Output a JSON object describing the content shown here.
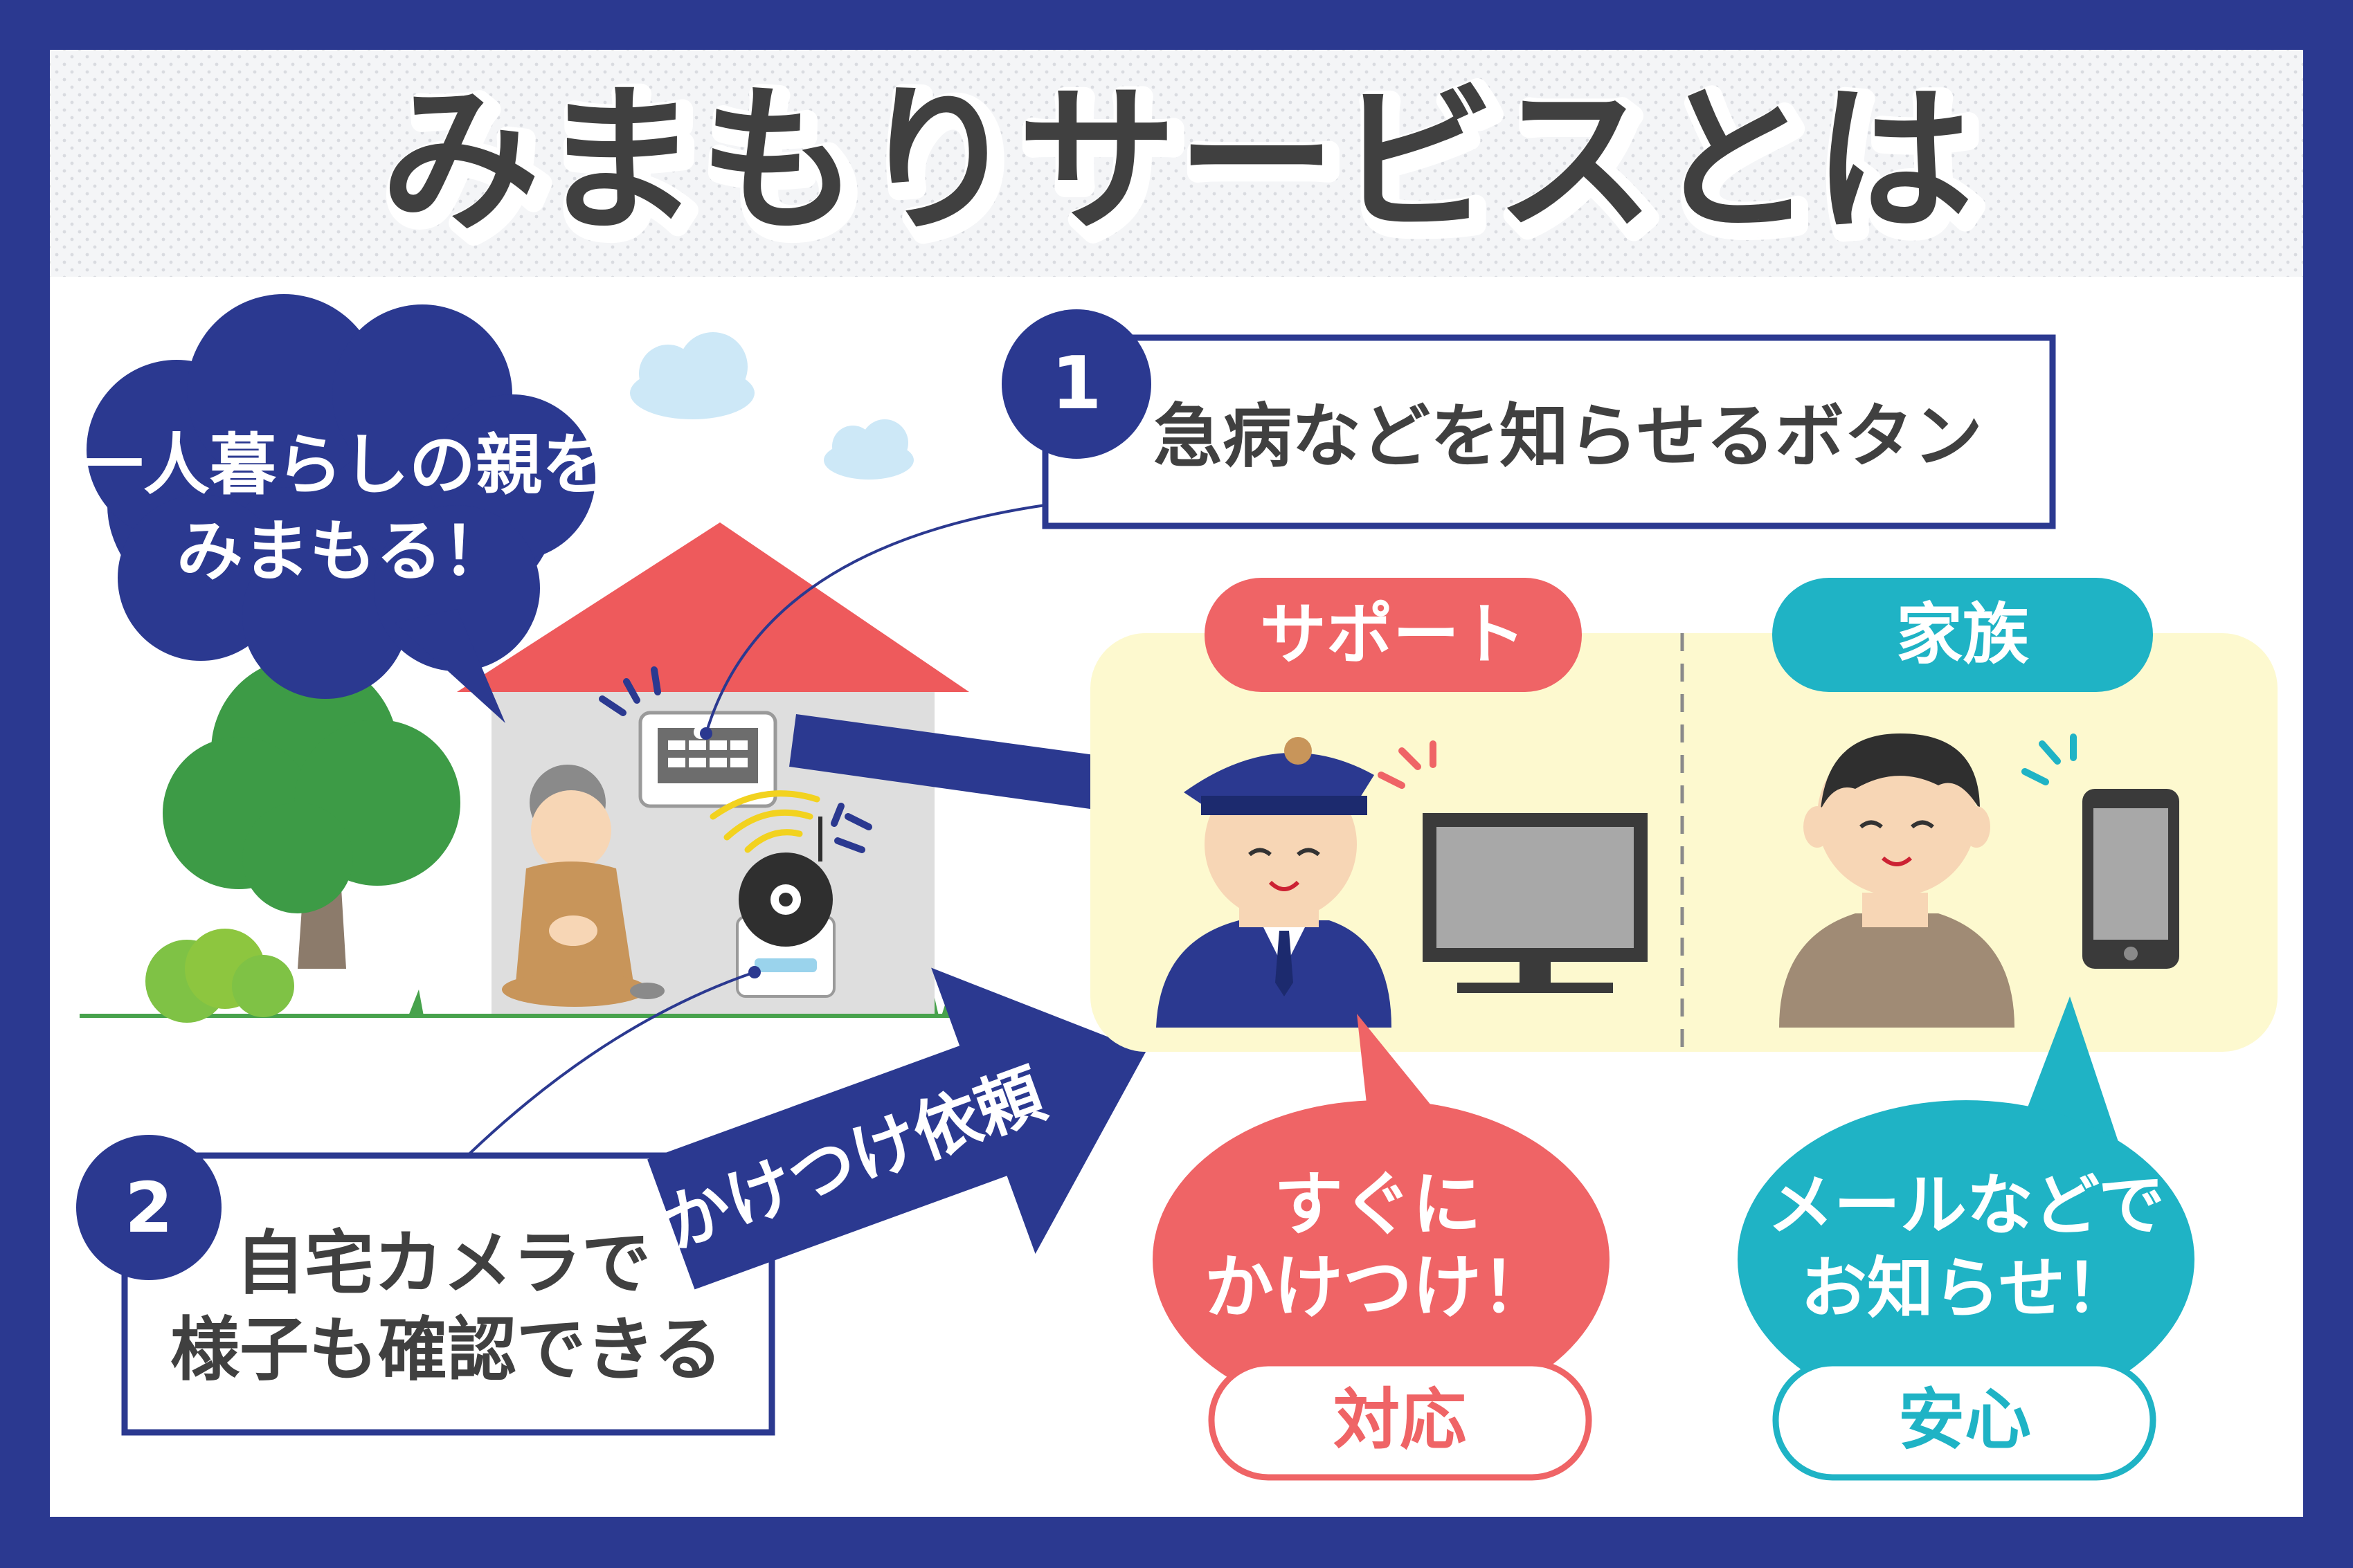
{
  "title": "みまもりサービスとは",
  "speech_bubble": [
    "一人暮らしの親を",
    "みまもる！"
  ],
  "step1": {
    "number": "1",
    "label": "急病などを知らせるボタン"
  },
  "step2": {
    "number": "2",
    "label": [
      "自宅カメラで",
      "様子も確認できる"
    ]
  },
  "request_arrow_label": "かけつけ依頼",
  "support": {
    "heading": "サポート",
    "bubble": [
      "すぐに",
      "かけつけ！"
    ],
    "tag": "対応"
  },
  "family": {
    "heading": "家族",
    "bubble": [
      "メールなどで",
      "お知らせ！"
    ],
    "tag": "安心"
  },
  "colors": {
    "frame": "#2b3990",
    "title": "#404040",
    "red_accent": "#ef6466",
    "teal_accent": "#1fb3c5",
    "panel": "#fdf9cf",
    "roof": "#ee5a5c",
    "tree": "#3d9b46"
  }
}
